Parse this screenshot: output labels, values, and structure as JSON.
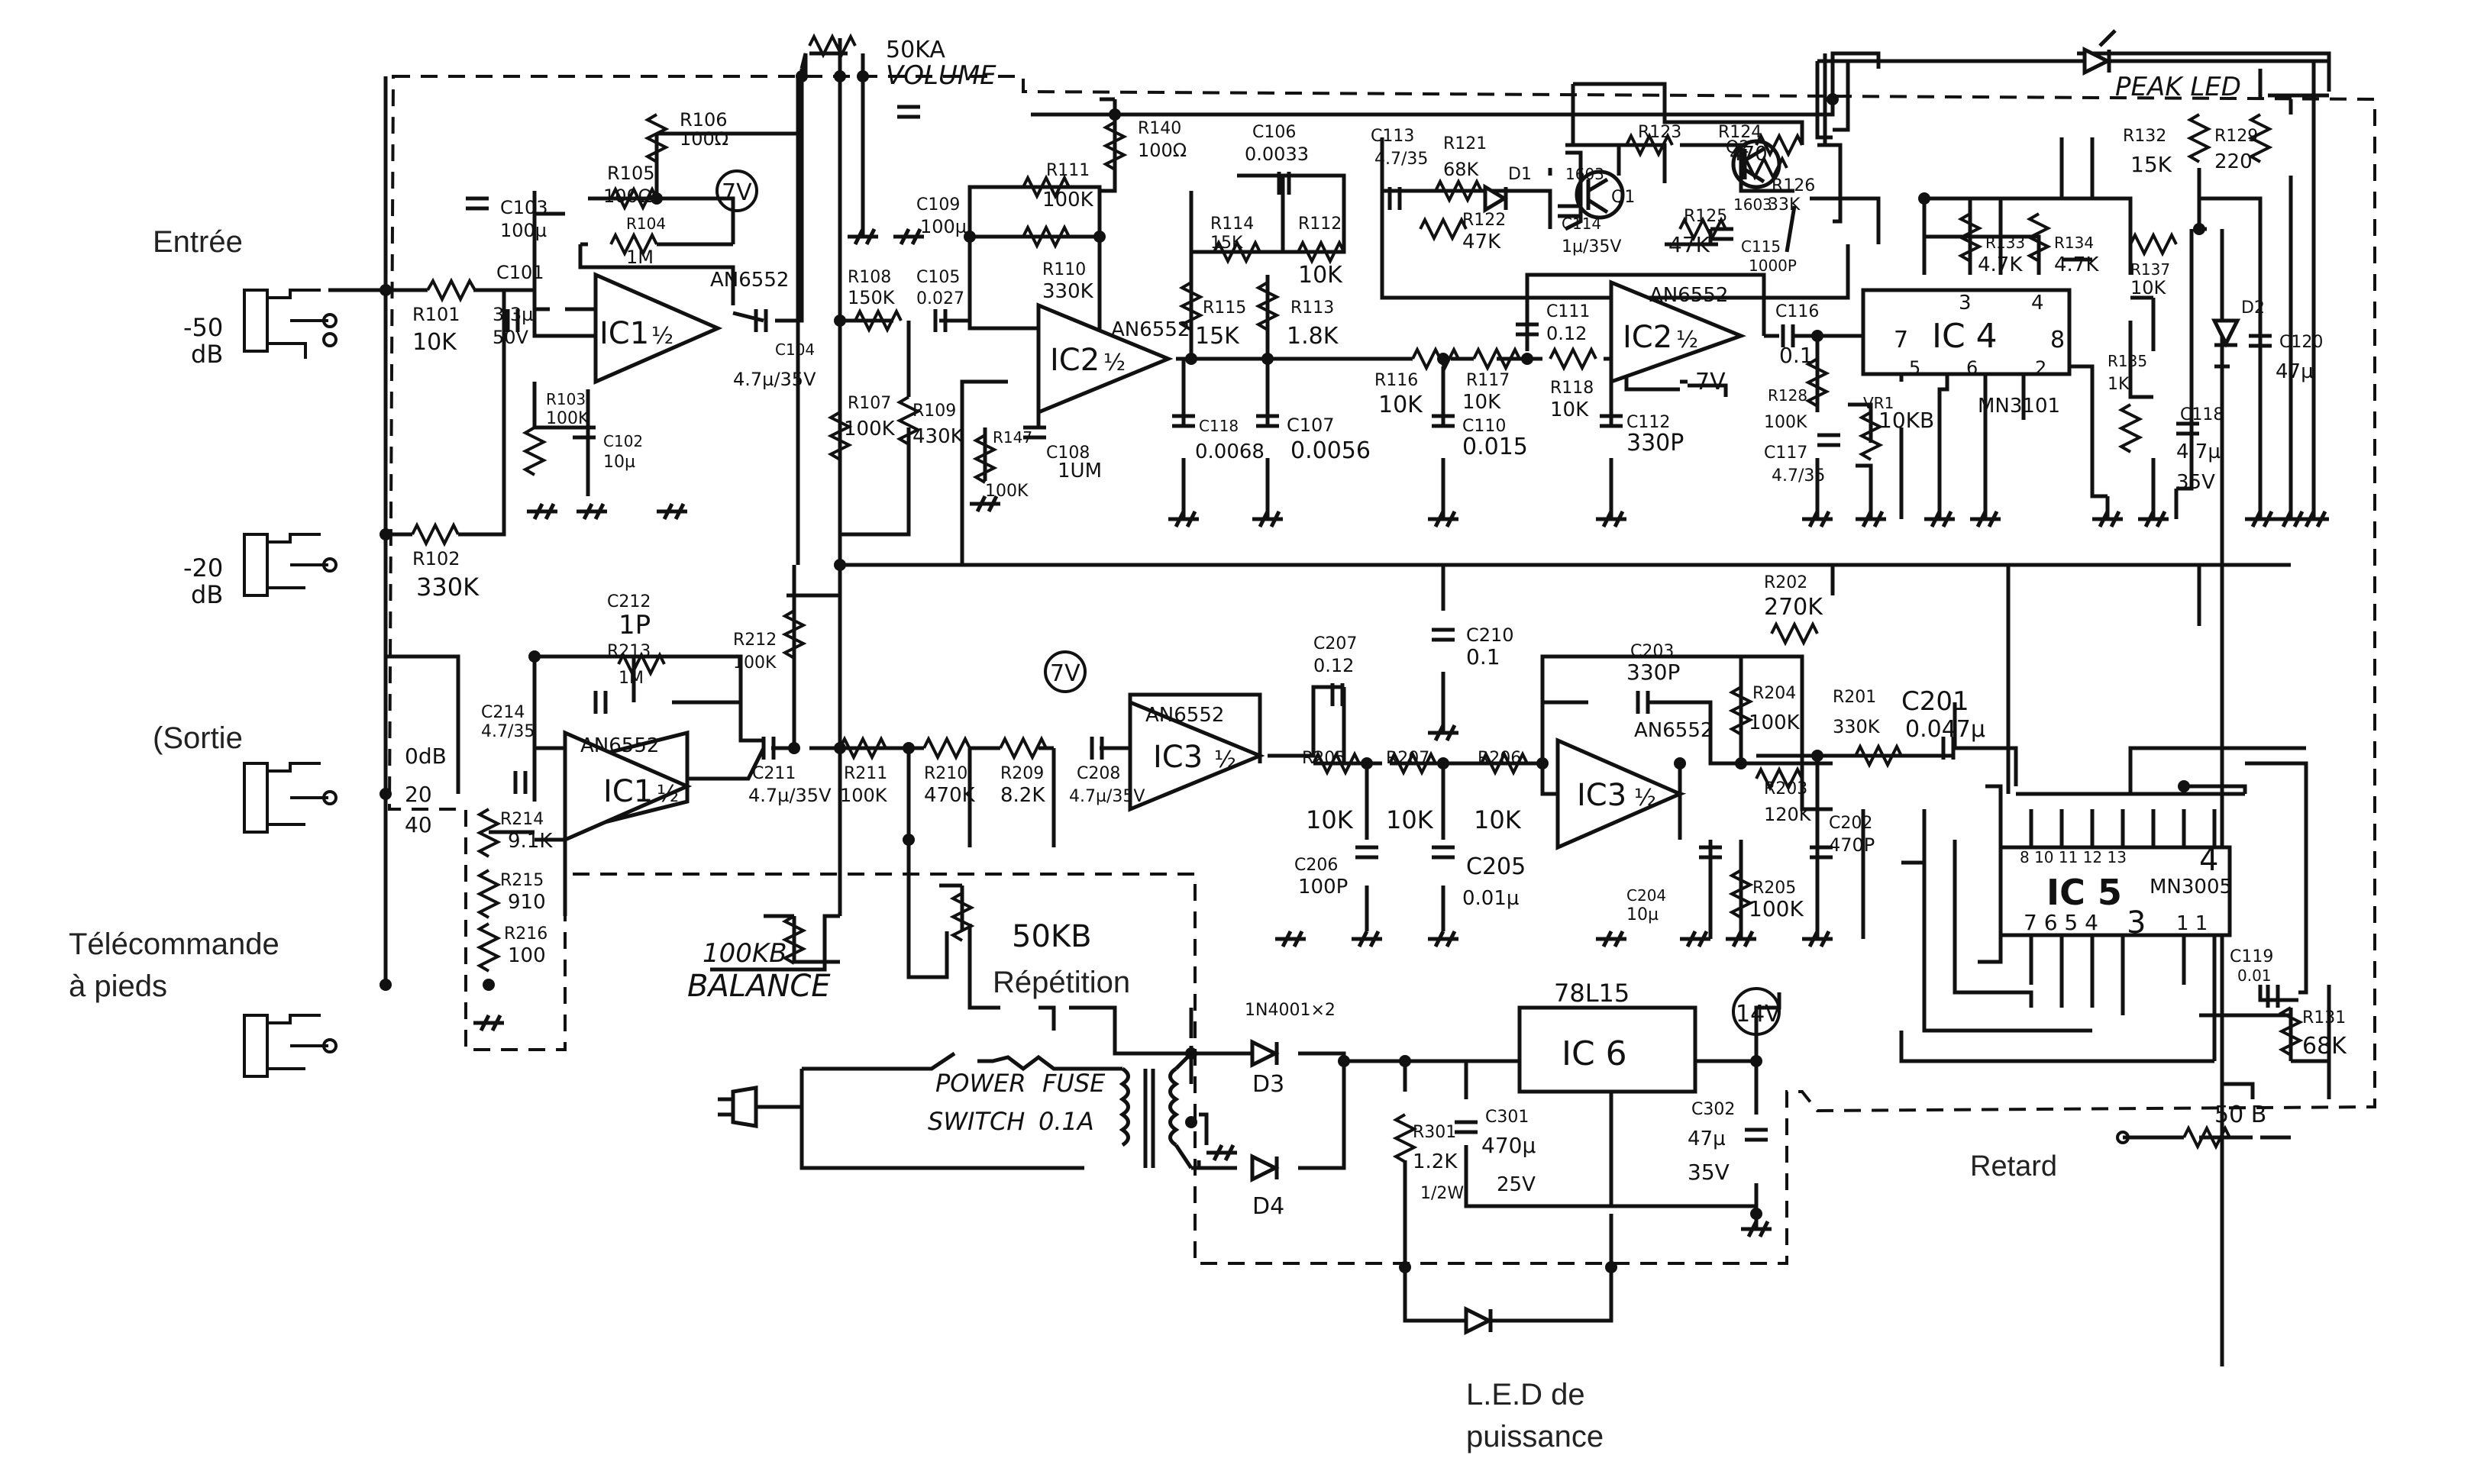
{
  "labels": {
    "entree": "Entrée",
    "sortie": "(Sortie",
    "telecommande_line1": "Télécommande",
    "telecommande_line2": "à pieds",
    "in_minus50_a": "-50",
    "in_minus50_b": "dB",
    "in_minus20_a": "-20",
    "in_minus20_b": "dB",
    "out_0db": "0dB",
    "out_20": "20",
    "out_40": "40",
    "volume_pot": "50KA",
    "volume": "VOLUME",
    "peak_led": "PEAK LED",
    "balance_pot": "100KB",
    "balance": "BALANCE",
    "repetition_pot": "50KB",
    "repetition": "Répétition",
    "power": "POWER",
    "fuse": "FUSE",
    "switch": "SWITCH",
    "fuse_rating": "0.1A",
    "retard": "Retard",
    "retard_pot": "50 B",
    "led_line1": "L.E.D de",
    "led_line2": "puissance",
    "regulator": "78L15",
    "rail_14v": "14V",
    "rail_7v": "7V"
  },
  "ics": {
    "ic1a": "IC1",
    "ic1b": "IC1",
    "ic2a": "IC2",
    "ic2b": "IC2",
    "ic3a": "IC3",
    "ic3b": "IC3",
    "ic4": "IC 4",
    "ic5": "IC 5",
    "ic6": "IC 6",
    "half": "½",
    "an6552": "AN6552",
    "mn3101": "MN3101",
    "mn3005": "MN3005"
  },
  "ic4_pins": {
    "p3": "3",
    "p4": "4",
    "p7": "7",
    "p8": "8",
    "p5": "5",
    "p6": "6",
    "p2": "2"
  },
  "ic5_pins": {
    "top": "8  10  11  12  13",
    "p4": "4",
    "bottom": "7  6  5  4",
    "p3": "3",
    "p11": "1  1"
  },
  "components": {
    "r101": "R101",
    "r101v": "10K",
    "r102": "R102",
    "r102v": "330K",
    "r103": "R103",
    "r103v": "100K",
    "r104": "R104",
    "r104v": "1M",
    "r105": "R105",
    "r105v": "100Ω",
    "r106": "R106",
    "r106v": "100Ω",
    "c101": "C101",
    "c101v": "3.3µ",
    "c101v2": "50V",
    "c102": "C102",
    "c102v": "10µ",
    "c103": "C103",
    "c103v": "100µ",
    "c104": "C104",
    "c104v": "4.7µ/35V",
    "r107": "R107",
    "r107v": "100K",
    "r108": "R108",
    "r108v": "150K",
    "r109": "R109",
    "r109v": "430K",
    "c105": "C105",
    "c105v": "0.027",
    "r110": "R110",
    "r110v": "330K",
    "r111": "R111",
    "r111v": "100K",
    "r140": "R140",
    "r140v": "100Ω",
    "c109": "C109",
    "c109v": "100µ",
    "r147": "R147",
    "r147v": "100K",
    "c108": "C108",
    "c108v": "1UM",
    "c106": "C106",
    "c106v": "0.0033",
    "r114": "R114",
    "r114v": "15K",
    "r112": "R112",
    "r112v": "10K",
    "r113": "R113",
    "r113v": "1.8K",
    "r115": "R115",
    "r115v": "15K",
    "c118": "C118",
    "c118v": "0.0068",
    "c107": "C107",
    "c107v": "0.0056",
    "r116": "R116",
    "r116v": "10K",
    "r117": "R117",
    "r117v": "10K",
    "r118": "R118",
    "r118v": "10K",
    "c110": "C110",
    "c110v": "0.015",
    "c111": "C111",
    "c111v": "0.12",
    "c112": "C112",
    "c112v": "330P",
    "c113": "C113",
    "c113v": "4.7/35",
    "r121": "R121",
    "r121v": "68K",
    "d1": "D1",
    "r122": "R122",
    "r122v": "47K",
    "r123": "R123",
    "r124": "R124",
    "r124v": "470",
    "r125": "R125",
    "r125v": "47K",
    "r126": "R126",
    "r126v": "33K",
    "c114": "C114",
    "c114v": "1µ/35V",
    "c115": "C115",
    "c115v": "1000P",
    "q1": "Q1",
    "q1t": "1603",
    "q2": "Q2",
    "q2t": "1603",
    "c116": "C116",
    "c116v": "0.1",
    "r128": "R128",
    "r128v": "100K",
    "vr1": "VR1",
    "vr1v": "10KB",
    "c117": "C117",
    "c117v": "4.7/35",
    "r133": "R133",
    "r133v": "4.7K",
    "r134": "R134",
    "r134v": "4.7K",
    "r137": "R137",
    "r137v": "10K",
    "r132": "R132",
    "r132v": "15K",
    "r129": "R129",
    "r129v": "220",
    "r135": "R135",
    "r135v": "1K",
    "c119b": "C118",
    "c119bv": "4.7µ",
    "c119bv2": "35V",
    "d2": "D2",
    "c120": "C120",
    "c120v": "47µ",
    "c212": "C212",
    "c212v": "1P",
    "r213": "R213",
    "r213v": "1M",
    "c214": "C214",
    "c214v": "4.7/35",
    "r212": "R212",
    "r212v": "100K",
    "c211": "C211",
    "c211v": "4.7µ/35V",
    "r214": "R214",
    "r214v": "9.1K",
    "r215": "R215",
    "r215v": "910",
    "r216": "R216",
    "r216v": "100",
    "r211": "R211",
    "r211v": "100K",
    "r210": "R210",
    "r210v": "470K",
    "r209": "R209",
    "r209v": "8.2K",
    "c208": "C208",
    "c208v": "4.7µ/35V",
    "c207": "C207",
    "c207v": "0.12",
    "c210": "C210",
    "c210v": "0.1",
    "r205": "R205",
    "r205v": "10K",
    "r207": "R207",
    "r207v": "10K",
    "r206": "R206",
    "r206v": "10K",
    "c206": "C206",
    "c206v": "100P",
    "c205": "C205",
    "c205v": "0.01µ",
    "c203": "C203",
    "c203v": "330P",
    "r204": "R204",
    "r204v": "100K",
    "r202": "R202",
    "r202v": "270K",
    "r201": "R201",
    "r201v": "330K",
    "c201": "C201",
    "c201v": "0.047µ",
    "r203": "R203",
    "r203v": "120K",
    "c204": "C204",
    "c204v": "10µ",
    "r208": "R205",
    "r208v": "100K",
    "c202": "C202",
    "c202v": "470P",
    "c119": "C119",
    "c119v": "0.01",
    "r131": "R131",
    "r131v": "68K",
    "d3": "D3",
    "d4": "D4",
    "diode_type": "1N4001×2",
    "r301": "R301",
    "r301v": "1.2K",
    "r301v2": "1/2W",
    "c301": "C301",
    "c301v": "470µ",
    "c301v2": "25V",
    "c302": "C302",
    "c302v": "47µ",
    "c302v2": "35V"
  }
}
